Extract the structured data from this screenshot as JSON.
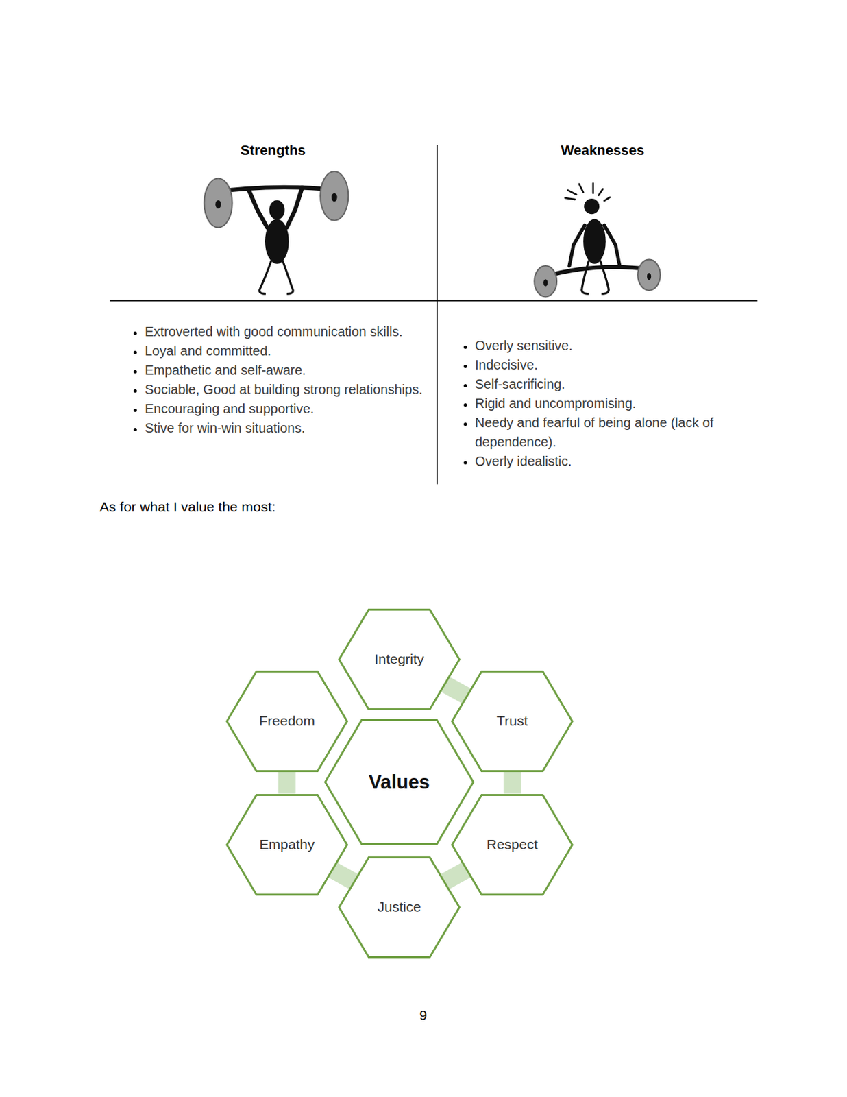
{
  "diagram": {
    "nodes": [
      {
        "text": [
          "Integrity"
        ]
      },
      {
        "text": [
          "Freedom"
        ]
      },
      {
        "text": [
          "Trust"
        ]
      },
      {
        "text": [
          "Values"
        ]
      },
      {
        "text": [
          "Empathy"
        ]
      },
      {
        "text": [
          "Respect"
        ]
      },
      {
        "text": [
          "Justice"
        ]
      }
    ],
    "edges": [
      {
        "from": 0,
        "to": 2,
        "arrow": "none"
      },
      {
        "from": 2,
        "to": 5,
        "arrow": "none"
      },
      {
        "from": 5,
        "to": 6,
        "arrow": "none"
      },
      {
        "from": 6,
        "to": 4,
        "arrow": "none"
      },
      {
        "from": 4,
        "to": 1,
        "arrow": "none"
      }
    ],
    "labels": [
      "Strengths",
      "Weaknesses",
      "Extroverted with good communication skills.",
      "Loyal and committed.",
      "Empathetic and self-aware.",
      "Sociable, Good at building strong relationships.",
      "Encouraging and supportive.",
      "Stive for win-win situations.",
      "Overly sensitive.",
      "Indecisive.",
      "Self-sacrificing.",
      "Rigid and uncompromising.",
      "Needy and fearful of being alone (lack of dependence).",
      "Overly idealistic.",
      "As for what I value the most:",
      "9"
    ]
  }
}
